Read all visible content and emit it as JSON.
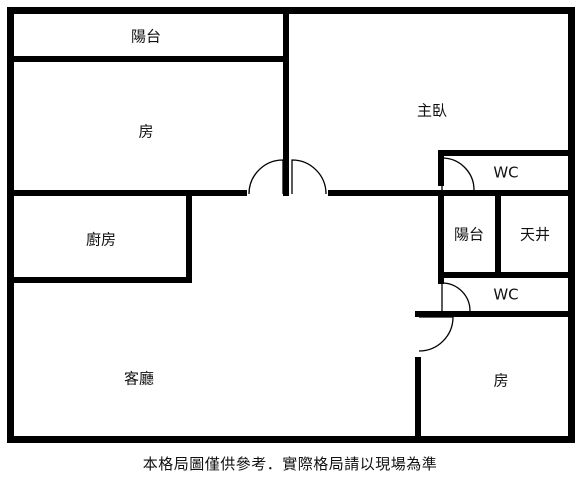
{
  "plan": {
    "rooms": {
      "balcony_top": "陽台",
      "bedroom_left": "房",
      "master_bedroom": "主臥",
      "wc_upper": "WC",
      "kitchen": "廚房",
      "balcony_small": "陽台",
      "light_well": "天井",
      "wc_lower": "WC",
      "living_room": "客廳",
      "bedroom_right": "房"
    },
    "colors": {
      "wall": "#000000",
      "background": "#ffffff",
      "text": "#111111"
    }
  },
  "footer": {
    "disclaimer": "本格局圖僅供參考．實際格局請以現場為準"
  }
}
